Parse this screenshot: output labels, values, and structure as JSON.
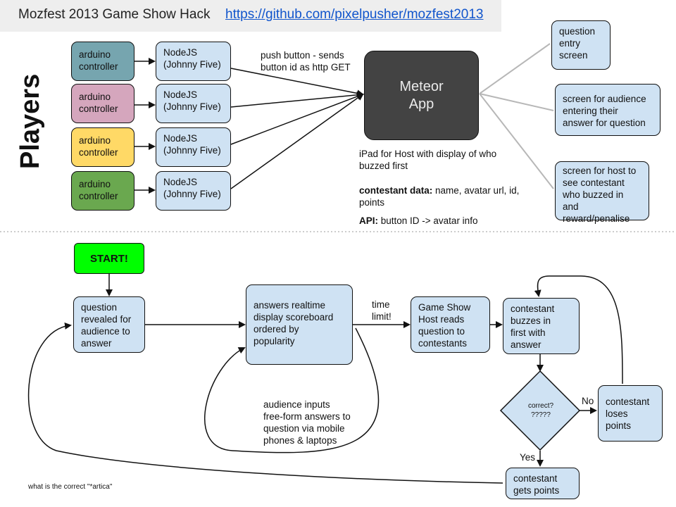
{
  "header": {
    "title": "Mozfest 2013 Game Show Hack",
    "link": "https://github.com/pixelpusher/mozfest2013"
  },
  "players_label": "Players",
  "controllers": [
    {
      "label": "arduino\ncontroller",
      "color": "#76a5af"
    },
    {
      "label": "arduino\ncontroller",
      "color": "#d5a6bd"
    },
    {
      "label": "arduino\ncontroller",
      "color": "#ffd966"
    },
    {
      "label": "arduino\ncontroller",
      "color": "#6aa84f"
    }
  ],
  "nodes": [
    {
      "label": "NodeJS\n(Johnny Five)"
    },
    {
      "label": "NodeJS\n(Johnny Five)"
    },
    {
      "label": "NodeJS\n(Johnny Five)"
    },
    {
      "label": "NodeJS\n(Johnny Five)"
    }
  ],
  "push_note": "push button - sends\nbutton id as http GET",
  "meteor": "Meteor\nApp",
  "screens": [
    "question\nentry\nscreen",
    "screen for audience\nentering their\nanswer for question",
    "screen for host to\nsee contestant\nwho buzzed in\nand\nreward/penalise"
  ],
  "ipad_note": "iPad for Host with display of who\nbuzzed first",
  "contestant_data_label": "contestant data:",
  "contestant_data_text": " name, avatar url, id,\npoints",
  "api_label": "API:",
  "api_text": " button ID -> avatar info",
  "flow": {
    "start": "START!",
    "question_revealed": "question\nrevealed for\naudience to\nanswer",
    "answers_realtime": "answers realtime\ndisplay scoreboard\nordered by\npopularity",
    "time_limit": "time\nlimit!",
    "host_reads": "Game Show\nHost reads\nquestion to\ncontestants",
    "contestant_buzzes": "contestant\nbuzzes in\nfirst with\nanswer",
    "correct": "correct?\n?????",
    "no": "No",
    "yes": "Yes",
    "loses_points": "contestant\nloses\npoints",
    "gets_points": "contestant\ngets points",
    "audience_inputs": "audience inputs\nfree-form answers to\nquestion via mobile\nphones & laptops"
  },
  "footnote": "what is the correct \"*artica\""
}
